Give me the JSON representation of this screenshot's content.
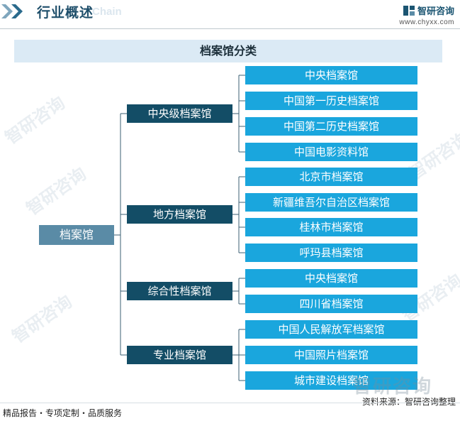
{
  "header": {
    "title": "行业概述",
    "watermark_text": "Chain",
    "brand_name": "智研咨询",
    "brand_url": "www.chyxx.com"
  },
  "banner": {
    "title": "档案馆分类"
  },
  "diagram": {
    "root": "档案馆",
    "groups": [
      {
        "label": "中央级档案馆",
        "children": [
          "中央档案馆",
          "中国第一历史档案馆",
          "中国第二历史档案馆",
          "中国电影资料馆"
        ]
      },
      {
        "label": "地方档案馆",
        "children": [
          "北京市档案馆",
          "新疆维吾尔自治区档案馆",
          "桂林市档案馆",
          "呼玛县档案馆"
        ]
      },
      {
        "label": "综合性档案馆",
        "children": [
          "中央档案馆",
          "四川省档案馆"
        ]
      },
      {
        "label": "专业档案馆",
        "children": [
          "中国人民解放军档案馆",
          "中国照片档案馆",
          "城市建设档案馆"
        ]
      }
    ]
  },
  "watermark": {
    "text": "智研咨询"
  },
  "footer": {
    "left": "精品报告・专项定制・品质服务",
    "source": "资料来源：智研咨询整理",
    "logo_text": "智研咨询"
  },
  "colors": {
    "root": "#5a8ba6",
    "mid": "#134d66",
    "leaf": "#1aa6dd",
    "connector": "#3b5f73",
    "banner": "#dbeaf5"
  }
}
